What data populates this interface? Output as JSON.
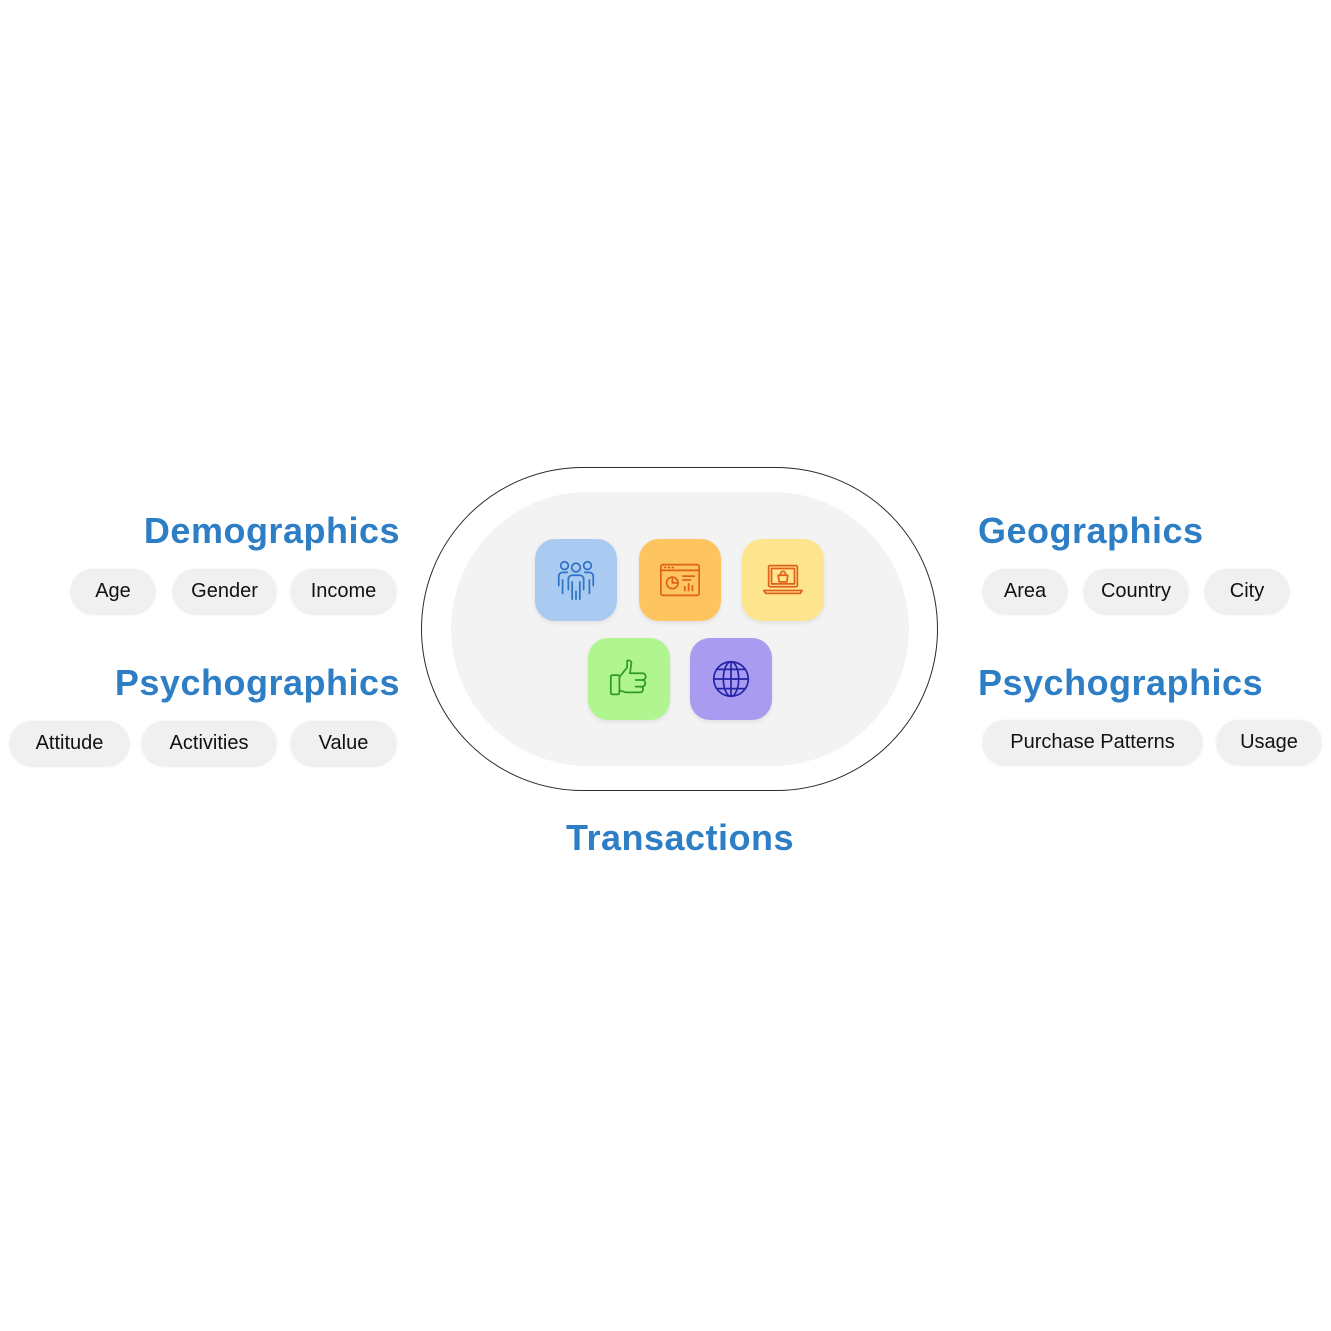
{
  "colors": {
    "heading": "#2d7ec5",
    "chip_bg": "#f0f0f0",
    "chip_text": "#111111",
    "outline": "#2b2b2b",
    "inner_bg": "#f3f3f3"
  },
  "demographics": {
    "title": "Demographics",
    "chips": [
      "Age",
      "Gender",
      "Income"
    ]
  },
  "psychographics_left": {
    "title": "Psychographics",
    "chips": [
      "Attitude",
      "Activities",
      "Value"
    ]
  },
  "geographics": {
    "title": "Geographics",
    "chips": [
      "Area",
      "Country",
      "City"
    ]
  },
  "psychographics_right": {
    "title": "Psychographics",
    "chips": [
      "Purchase Patterns",
      "Usage"
    ]
  },
  "center": {
    "label": "Transactions",
    "tiles": [
      {
        "icon": "people-group-icon",
        "bg": "#a9cbf2",
        "stroke": "#2f73c4"
      },
      {
        "icon": "analytics-dashboard-icon",
        "bg": "#fdc45f",
        "stroke": "#e0621a"
      },
      {
        "icon": "laptop-shopping-icon",
        "bg": "#fde48e",
        "stroke": "#e0621a"
      },
      {
        "icon": "thumbs-up-icon",
        "bg": "#b0f58f",
        "stroke": "#2e9a24"
      },
      {
        "icon": "globe-icon",
        "bg": "#a99bef",
        "stroke": "#2424a8"
      }
    ]
  }
}
